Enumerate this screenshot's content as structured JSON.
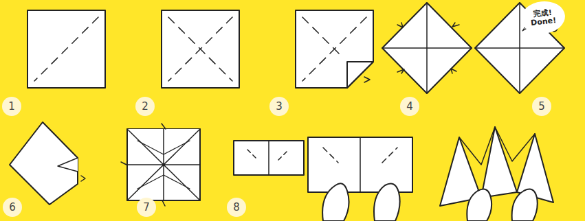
{
  "diagram": {
    "nodes": [
      {
        "text": [
          "1"
        ]
      },
      {
        "text": [
          "2"
        ]
      },
      {
        "text": [
          "3"
        ]
      },
      {
        "text": [
          "4"
        ]
      },
      {
        "text": [
          "5"
        ]
      },
      {
        "text": [
          "6"
        ]
      },
      {
        "text": [
          "7"
        ]
      },
      {
        "text": [
          "8"
        ]
      },
      {
        "text": [
          "完成!",
          "Done!"
        ]
      }
    ]
  }
}
